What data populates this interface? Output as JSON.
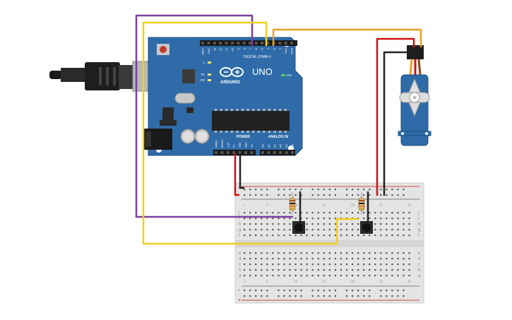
{
  "board": {
    "logo_text": "UNO",
    "brand": "ARDUINO",
    "digital_label": "DIGITAL (PWM~)",
    "power_label": "POWER",
    "analog_label": "ANALOG IN",
    "on_label": "ON",
    "l_label": "L",
    "tx_label": "TX",
    "rx_label": "RX",
    "digital_pins": [
      "AREF",
      "GND",
      "13",
      "12",
      "~11",
      "~10",
      "~9",
      "8",
      "7",
      "~6",
      "~5",
      "4",
      "~3",
      "2",
      "TX▸1",
      "RX◂0"
    ],
    "power_pins": [
      "IOREF",
      "RESET",
      "3.3V",
      "5V",
      "GND",
      "GND",
      "Vin"
    ],
    "analog_pins": [
      "A0",
      "A1",
      "A2",
      "A3",
      "A4",
      "A5"
    ]
  },
  "breadboard": {
    "top_row_letters": [
      "j",
      "i",
      "h",
      "g",
      "f"
    ],
    "bottom_row_letters": [
      "e",
      "d",
      "c",
      "b",
      "a"
    ],
    "rail_plus": "+",
    "rail_minus": "-",
    "column_numbers": [
      "1",
      "5",
      "10",
      "15",
      "20",
      "25",
      "30"
    ]
  },
  "colors": {
    "board": "#2f6ba8",
    "wire_purple": "#7b3f9e",
    "wire_yellow": "#f0d020",
    "wire_orange": "#e8a020",
    "wire_red": "#d01010",
    "wire_black": "#222222",
    "servo": "#2f6ba8"
  }
}
